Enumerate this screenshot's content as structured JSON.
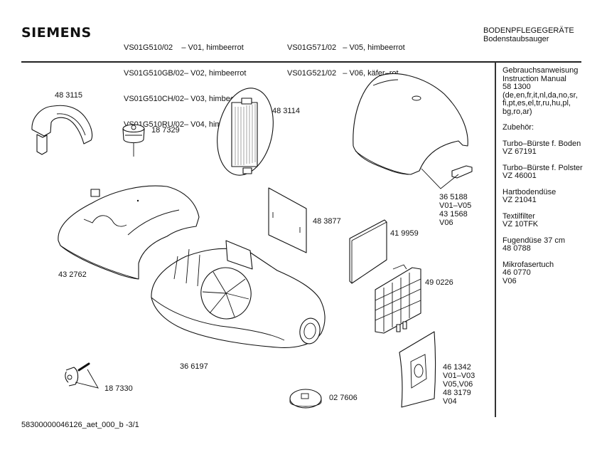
{
  "header": {
    "brand": "SIEMENS",
    "models_col1": [
      "VS01G510/02    – V01, himbeerrot",
      "VS01G510GB/02– V02, himbeerrot",
      "VS01G510CH/02– V03, himbeerrot",
      "VS01G510RU/02– V04, himbeerrot"
    ],
    "models_col2": [
      "VS01G571/02   – V05, himbeerrot",
      "VS01G521/02   – V06, käfer–rot"
    ],
    "category": "BODENPFLEGEGERÄTE",
    "subcategory": "Bodenstaubsauger"
  },
  "sidebar": {
    "blocks": [
      [
        "Gebrauchsanweisung",
        "Instruction Manual",
        "58 1300",
        "(de,en,fr,it,nl,da,no,sr,",
        "fi,pt,es,el,tr,ru,hu,pl,",
        "bg,ro,ar)"
      ],
      [
        "Zubehör:"
      ],
      [
        "Turbo–Bürste f. Boden",
        "VZ 67191"
      ],
      [
        "Turbo–Bürste f. Polster",
        "VZ 46001"
      ],
      [
        "Hartbodendüse",
        "VZ 21041"
      ],
      [
        "Textilfilter",
        "VZ 10TFK"
      ],
      [
        "Fugendüse 37 cm",
        "48 0788"
      ],
      [
        "Mikrofasertuch",
        "46 0770",
        "V06"
      ]
    ]
  },
  "parts": {
    "hose_holder": [
      "48 3115"
    ],
    "knob": [
      "18 7329"
    ],
    "motor_filter": [
      "48 3114"
    ],
    "top_cover": [
      "36 5188",
      "V01–V05",
      "43 1568",
      "V06"
    ],
    "filter_pad": [
      "48 3877"
    ],
    "exhaust_filter": [
      "41 9959"
    ],
    "lid": [
      "43 2762"
    ],
    "filter_frame": [
      "49 0226"
    ],
    "housing": [
      "36 6197"
    ],
    "dust_bag": [
      "46 1342",
      "V01–V03",
      "V05,V06",
      "48 3179",
      "V04"
    ],
    "wheel": [
      "18 7330"
    ],
    "cord_reel_cap": [
      "02 7606"
    ]
  },
  "footer": {
    "doc_id": "58300000046126_aet_000_b -3/1"
  }
}
